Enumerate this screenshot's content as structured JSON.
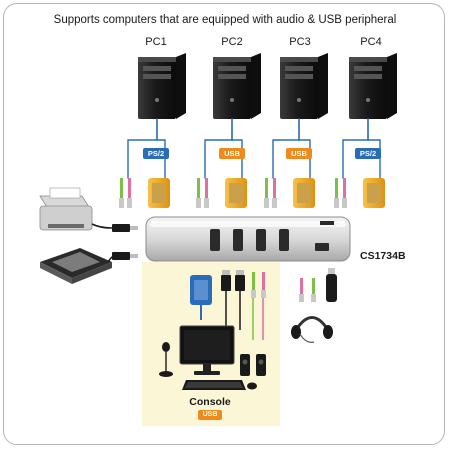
{
  "title": "Supports computers that are equipped with audio & USB peripheral",
  "pcs": [
    {
      "label": "PC1",
      "port": "PS/2"
    },
    {
      "label": "PC2",
      "port": "USB"
    },
    {
      "label": "PC3",
      "port": "USB"
    },
    {
      "label": "PC4",
      "port": "PS/2"
    }
  ],
  "switch_model": "CS1734B",
  "console": {
    "label": "Console",
    "port": "USB"
  },
  "colors": {
    "ps2_badge": "#2b6cb8",
    "usb_badge": "#f08a1c",
    "console_bg": "#fbf6d6",
    "vga_connector": "#f0a41c",
    "cable_blue": "#2b6cb8",
    "audio_green": "#7cc242",
    "audio_pink": "#e06fa0"
  }
}
